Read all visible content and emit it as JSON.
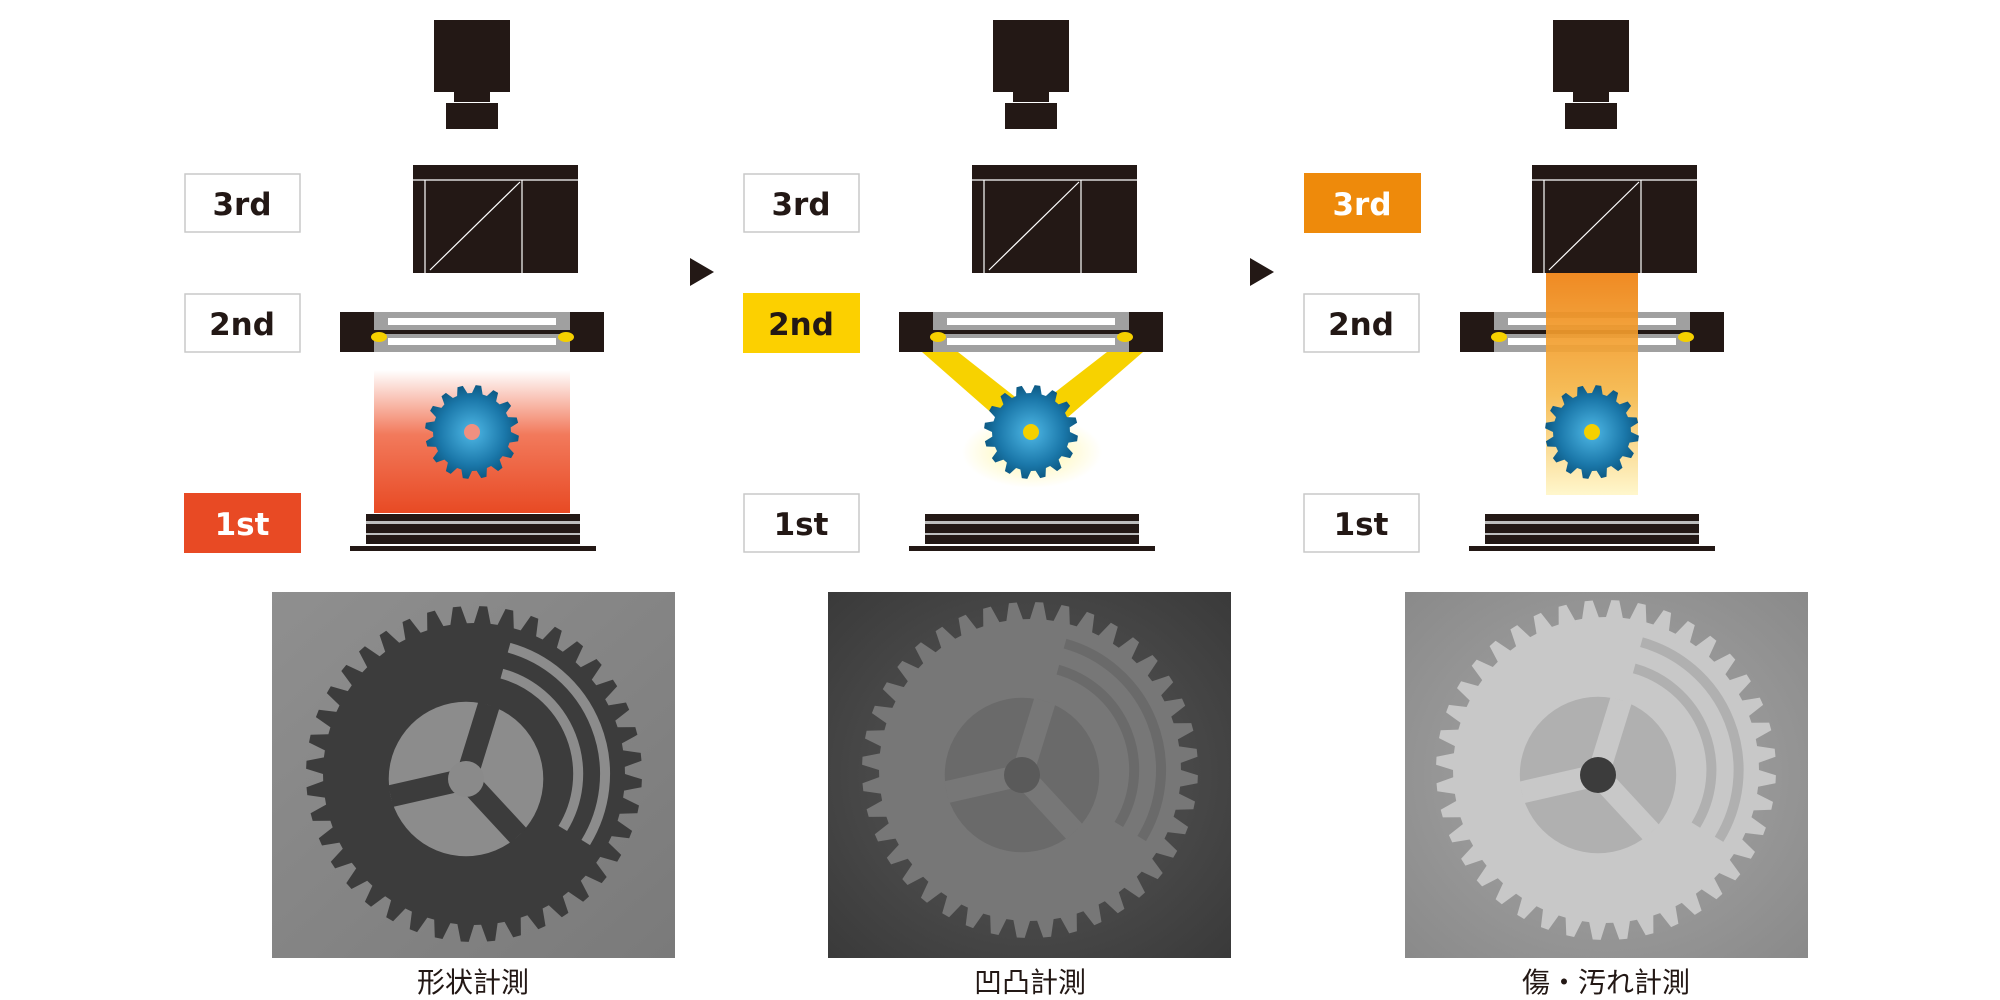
{
  "panels": [
    {
      "id": "shape",
      "labels": {
        "third": "3rd",
        "second": "2nd",
        "first": "1st"
      },
      "active": "first",
      "active_color": "#e84a24",
      "caption": "形状計測"
    },
    {
      "id": "relief",
      "labels": {
        "third": "3rd",
        "second": "2nd",
        "first": "1st"
      },
      "active": "second",
      "active_color": "#fcd000",
      "caption": "凹凸計測"
    },
    {
      "id": "scratch",
      "labels": {
        "third": "3rd",
        "second": "2nd",
        "first": "1st"
      },
      "active": "third",
      "active_color": "#ee8a0b",
      "caption": "傷・汚れ計測"
    }
  ],
  "colors": {
    "device": "#231815",
    "gear_outer": "#0f5f8a",
    "gear_inner": "#3aa6d6",
    "led": "#f5d000",
    "backlight": "#e84a24",
    "ring_light": "#f7d200",
    "coaxial": "#f08a00"
  }
}
